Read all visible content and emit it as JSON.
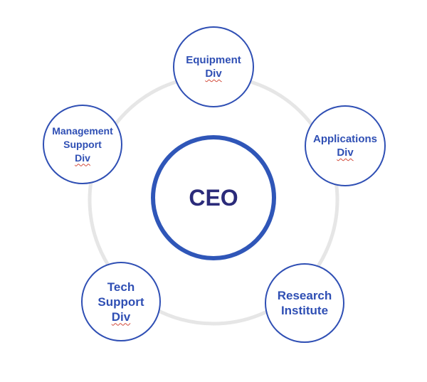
{
  "center": {
    "label": "CEO"
  },
  "nodes": {
    "equipment": {
      "line1": "Equipment",
      "line2": "Div"
    },
    "applications": {
      "line1": "Applications",
      "line2": "Div"
    },
    "research": {
      "line1": "Research",
      "line2": "Institute"
    },
    "tech": {
      "line1": "Tech",
      "line2": "Support",
      "line3": "Div"
    },
    "management": {
      "line1": "Management",
      "line2": "Support",
      "line3": "Div"
    }
  },
  "colors": {
    "node_text": "#2f4fb4",
    "node_border": "#2f4fb4",
    "ceo_border": "#2f56b8",
    "ceo_text": "#2b2b7a",
    "ring": "#e6e6e6",
    "spellcheck_underline": "#d24a3a"
  }
}
